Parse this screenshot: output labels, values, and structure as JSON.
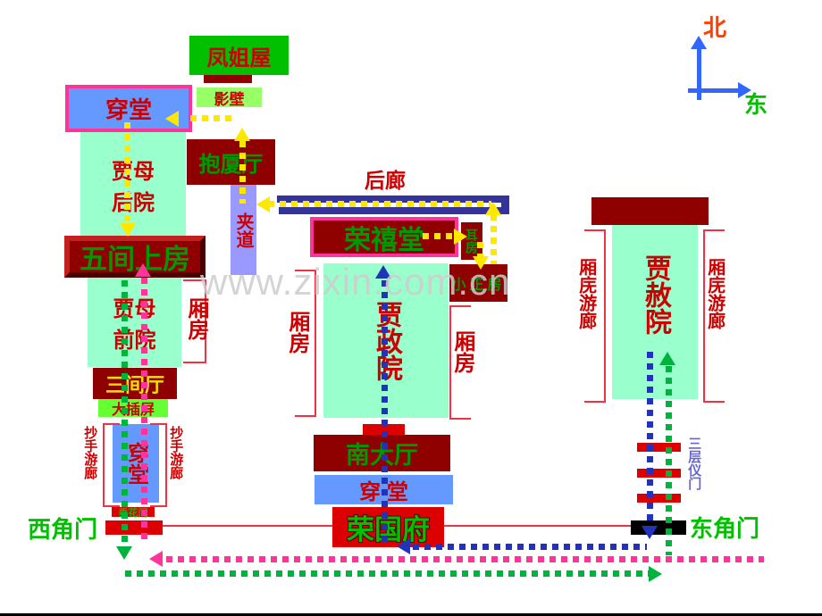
{
  "watermark": "www.zixin.com.cn",
  "compass": {
    "north": "北",
    "east": "东"
  },
  "colors": {
    "dark_red": "#8f0000",
    "bright_red": "#dd0000",
    "red_text": "#cc0000",
    "line_red": "#ee3344",
    "pale_green": "#99ffcc",
    "green_box": "#00c000",
    "light_green": "#99ff66",
    "bright_green": "#66ff33",
    "green_text": "#009900",
    "gate_green": "#00c000",
    "blue_box": "#6699ff",
    "jiadao_blue": "#9999ff",
    "navy": "#333399",
    "navy_dots": "#2233bb",
    "compass_blue": "#3366ff",
    "pink": "#ff3399",
    "yellow": "#ffe800",
    "yellow_text": "#ffe000",
    "green_dots": "#00b33c",
    "slate": "#6666cc",
    "orange_red": "#ff4000",
    "black": "#000000"
  },
  "buildings": {
    "fengjiewu": "凤姐屋",
    "yingbi": "影壁",
    "chuantang": "穿堂",
    "chuantang_south": "穿 堂",
    "jiamu_houyuan": {
      "line1": "贾母",
      "line2": "后院"
    },
    "baoshating": "抱厦厅",
    "jiadao": "夹道",
    "houlang": "后廊",
    "rongxitang": "荣禧堂",
    "erfang": "耳房",
    "xiaozhengfang": "小正房",
    "wujianshangfang": "五间上房",
    "jiamu_qianyuan": {
      "line1": "贾母",
      "line2": "前院"
    },
    "xiangfang": "厢房",
    "jiazhengyuan": "贾政院",
    "sanjianting": "三间厅",
    "dachaping": "大插屏",
    "chaoshou_youlang": "抄手游廊",
    "chuihuamen": "垂花门",
    "xijiaomen": "西角门",
    "nandating": "南大厅",
    "rongguofu": "荣国府",
    "dongjiaomen": "东角门",
    "jiasheyuan": "贾赦院",
    "xiangwu_youlang": "厢庑游廊",
    "sancengyimen": "三层仪门"
  }
}
